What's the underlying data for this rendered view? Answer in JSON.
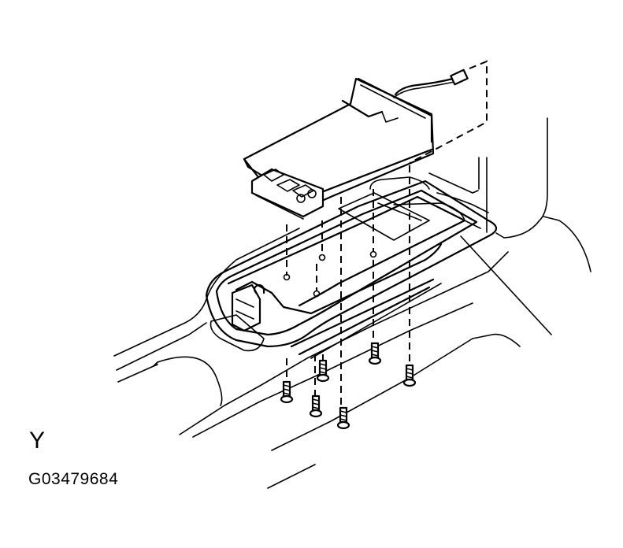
{
  "diagram": {
    "type": "exploded-assembly-line-drawing",
    "view_label": "Y",
    "figure_id": "G03479684",
    "components": [
      {
        "name": "control-module",
        "description": "rectangular module with button panel and wire connector"
      },
      {
        "name": "console-box-frame",
        "description": "open tray frame receiving the module"
      },
      {
        "name": "center-console",
        "description": "floor console body"
      },
      {
        "name": "screws",
        "count": 6
      },
      {
        "name": "connector",
        "count": 1
      }
    ],
    "colors": {
      "line": "#000000",
      "background": "#ffffff"
    }
  }
}
